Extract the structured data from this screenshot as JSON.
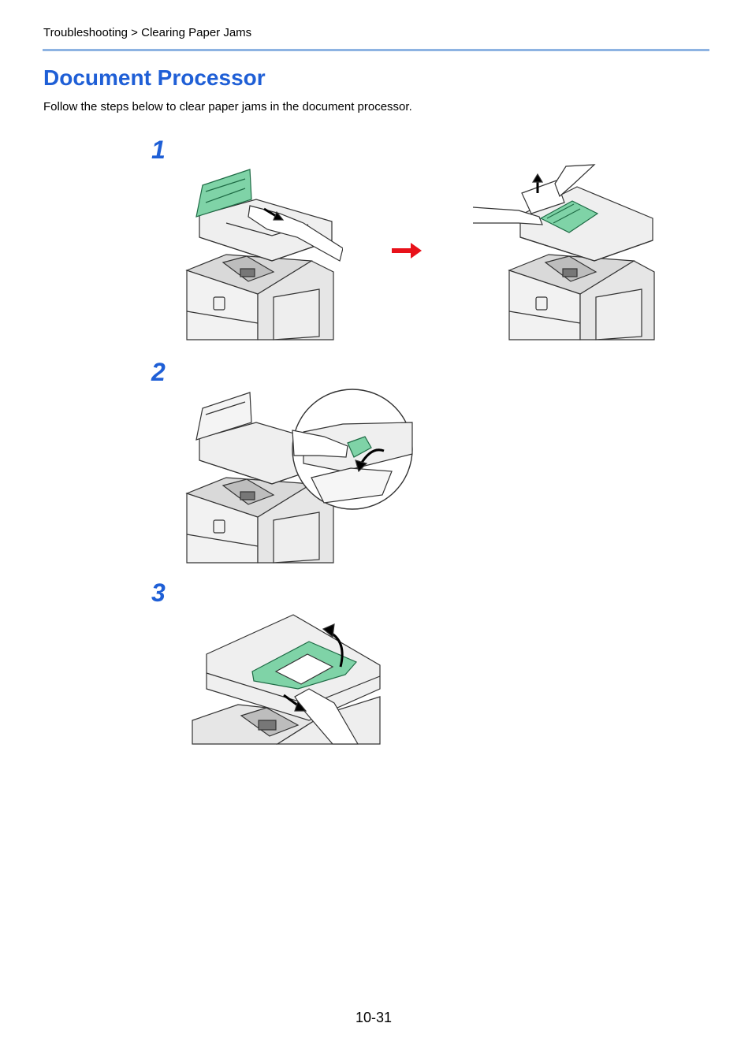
{
  "header": {
    "breadcrumb": "Troubleshooting > Clearing Paper Jams"
  },
  "section": {
    "title": "Document Processor",
    "intro": "Follow the steps below to clear paper jams in the document processor."
  },
  "steps": [
    {
      "number": "1"
    },
    {
      "number": "2"
    },
    {
      "number": "3"
    }
  ],
  "colors": {
    "accent": "#1f5fd6",
    "rule": "#8db3e2",
    "highlight_green": "#7fd3a7",
    "arrow_red": "#e8111a"
  },
  "footer": {
    "page_number": "10-31"
  }
}
